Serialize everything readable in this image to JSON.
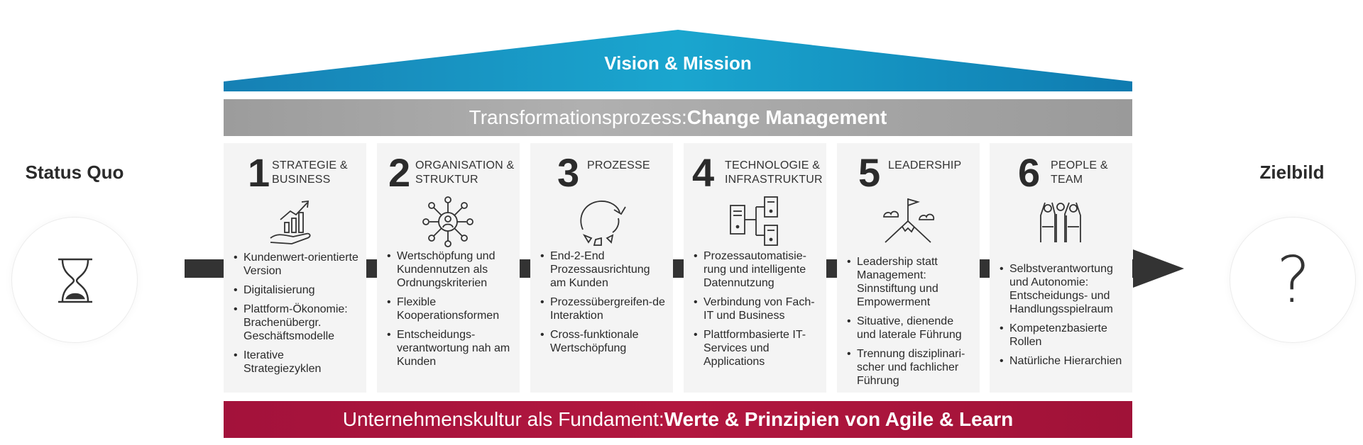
{
  "status_quo": {
    "title": "Status Quo",
    "icon": "hourglass-icon"
  },
  "zielbild": {
    "title": "Zielbild",
    "symbol": "?"
  },
  "roof": {
    "label": "Vision & Mission",
    "colors": [
      "#1680b4",
      "#1aa6cf",
      "#0f7bb0"
    ]
  },
  "change_band": {
    "prefix": "Transformationsprozess: ",
    "bold": "Change Management"
  },
  "pillars": [
    {
      "number": "1",
      "title_line1": "STRATEGIE &",
      "title_line2": "BUSINESS",
      "icon": "growth-chart-hand-icon",
      "items": [
        "Kundenwert-orientierte Version",
        "Digitalisierung",
        "Plattform-Ökonomie: Brachenübergr. Geschäftsmodelle",
        "Iterative Strategiezyklen"
      ]
    },
    {
      "number": "2",
      "title_line1": "ORGANISATION &",
      "title_line2": "STRUKTUR",
      "icon": "network-person-icon",
      "items": [
        "Wertschöpfung und Kundennutzen als Ordnungskriterien",
        "Flexible Kooperationsformen",
        "Entscheidungs-verantwortung nah am Kunden"
      ]
    },
    {
      "number": "3",
      "title_line1": "PROZESSE",
      "title_line2": "",
      "icon": "cycle-arrow-icon",
      "items": [
        "End-2-End Prozessausrichtung am Kunden",
        "Prozessübergreifen-de Interaktion",
        "Cross-funktionale Wertschöpfung"
      ]
    },
    {
      "number": "4",
      "title_line1": "TECHNOLOGIE &",
      "title_line2": "INFRASTRUKTUR",
      "icon": "servers-icon",
      "items": [
        "Prozessautomatisie-rung und intelligente Datennutzung",
        "Verbindung von Fach-IT und Business",
        "Plattformbasierte IT-Services und Applications"
      ]
    },
    {
      "number": "5",
      "title_line1": "LEADERSHIP",
      "title_line2": "",
      "icon": "mountain-flag-icon",
      "items": [
        "Leadership statt Management: Sinnstiftung und Empowerment",
        "Situative, dienende und laterale Führung",
        "Trennung disziplinari-scher und fachlicher Führung"
      ]
    },
    {
      "number": "6",
      "title_line1": "PEOPLE &",
      "title_line2": "TEAM",
      "icon": "team-icon",
      "items": [
        "Selbstverantwortung und Autonomie: Entscheidungs- und Handlungsspielraum",
        "Kompetenzbasierte Rollen",
        "Natürliche Hierarchien"
      ]
    }
  ],
  "foundation": {
    "prefix": "Unternehmenskultur als Fundament: ",
    "bold": "Werte & Prinzipien von Agile & Learn",
    "color": "#a3123b"
  }
}
